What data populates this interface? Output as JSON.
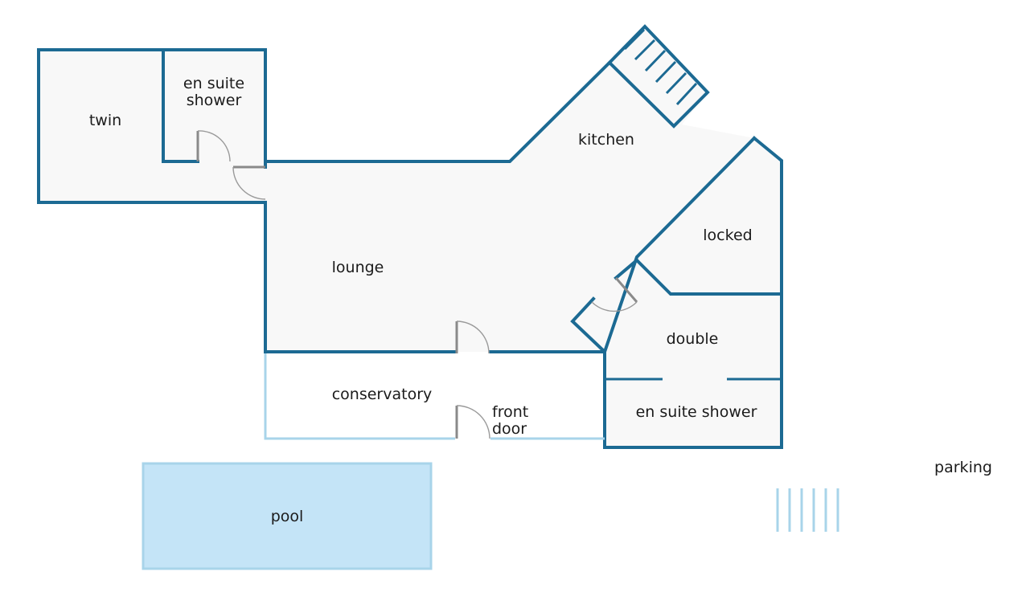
{
  "labels": {
    "twin": "twin",
    "en_suite_shower_top_1": "en suite",
    "en_suite_shower_top_2": "shower",
    "kitchen": "kitchen",
    "lounge": "lounge",
    "locked": "locked",
    "double": "double",
    "conservatory": "conservatory",
    "front_door_1": "front",
    "front_door_2": "door",
    "en_suite_shower_bottom": "en suite shower",
    "pool": "pool",
    "parking": "parking"
  },
  "colors": {
    "wall": "#1c6a93",
    "glass": "#a8d4ea",
    "pool": "#c4e4f7",
    "room_fill": "#f8f8f8",
    "door": "#8a8a8a"
  }
}
